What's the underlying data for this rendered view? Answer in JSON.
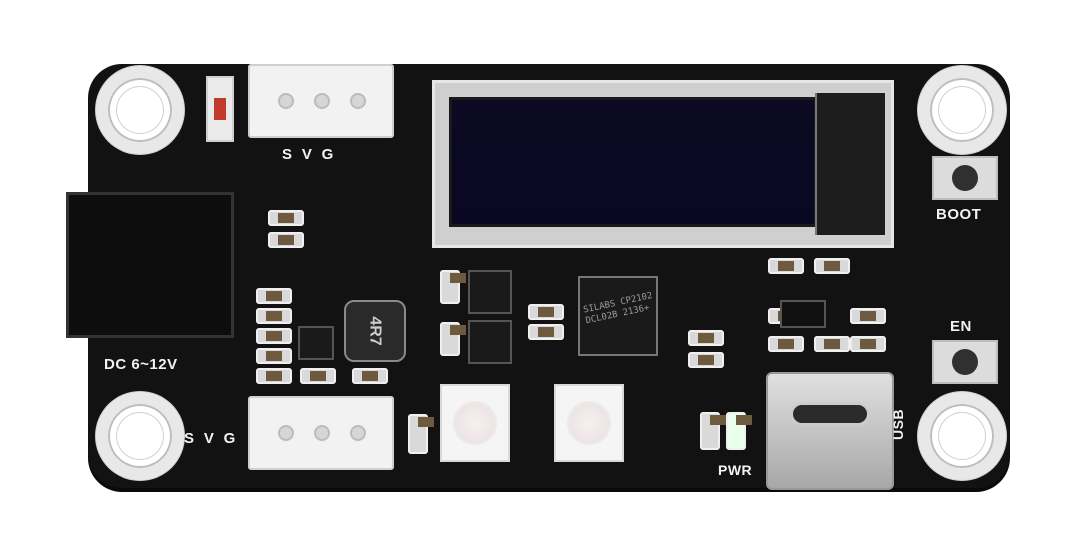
{
  "board": {
    "labels": {
      "top_svg": "S  V  G",
      "bottom_svg": "S  V  G",
      "dc": "DC 6~12V",
      "boot": "BOOT",
      "en": "EN",
      "pwr": "PWR",
      "usb": "USB",
      "ic_text": "SILABS CP2102 DCL02B 2136+",
      "inductor": "4R7"
    }
  }
}
